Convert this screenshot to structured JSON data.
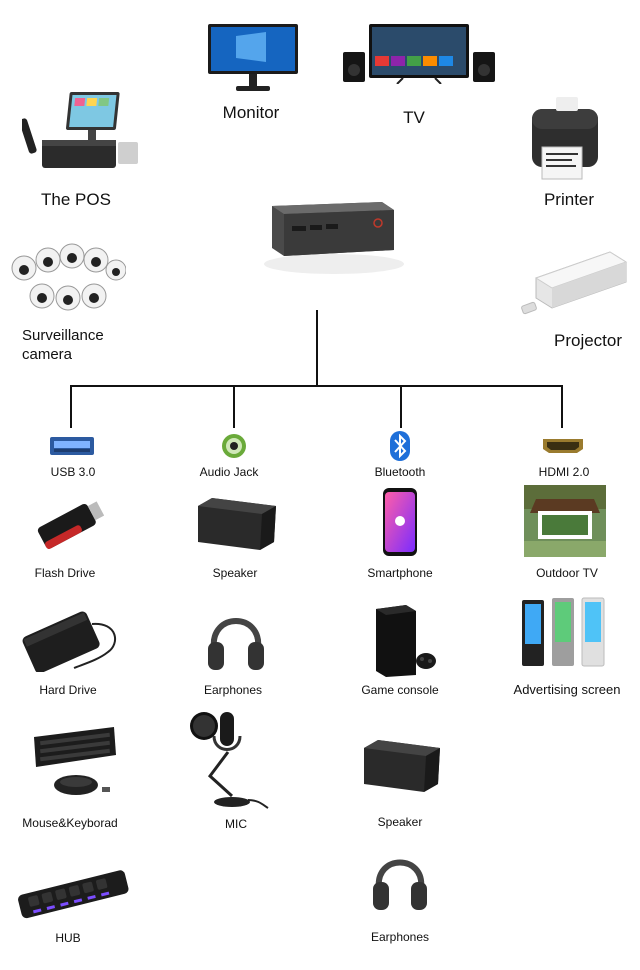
{
  "top_devices": {
    "monitor": "Monitor",
    "tv": "TV",
    "pos": "The POS",
    "printer": "Printer",
    "camera_line1": "Surveillance",
    "camera_line2": "camera",
    "projector": "Projector"
  },
  "ports": [
    {
      "label": "USB 3.0",
      "icon": "usb-port-icon",
      "devices": [
        "Flash Drive",
        "Hard Drive",
        "Mouse&Keyborad",
        "HUB"
      ]
    },
    {
      "label": "Audio Jack",
      "icon": "audio-jack-icon",
      "devices": [
        "Speaker",
        "Earphones",
        "MIC"
      ]
    },
    {
      "label": "Bluetooth",
      "icon": "bluetooth-icon",
      "devices": [
        "Smartphone",
        "Game console",
        "Speaker",
        "Earphones"
      ]
    },
    {
      "label": "HDMI 2.0",
      "icon": "hdmi-port-icon",
      "devices": [
        "Outdoor TV",
        "Advertising screen"
      ]
    }
  ],
  "colors": {
    "line": "#111111",
    "bluetooth": "#1e6fd9",
    "audio": "#5aa02c"
  }
}
